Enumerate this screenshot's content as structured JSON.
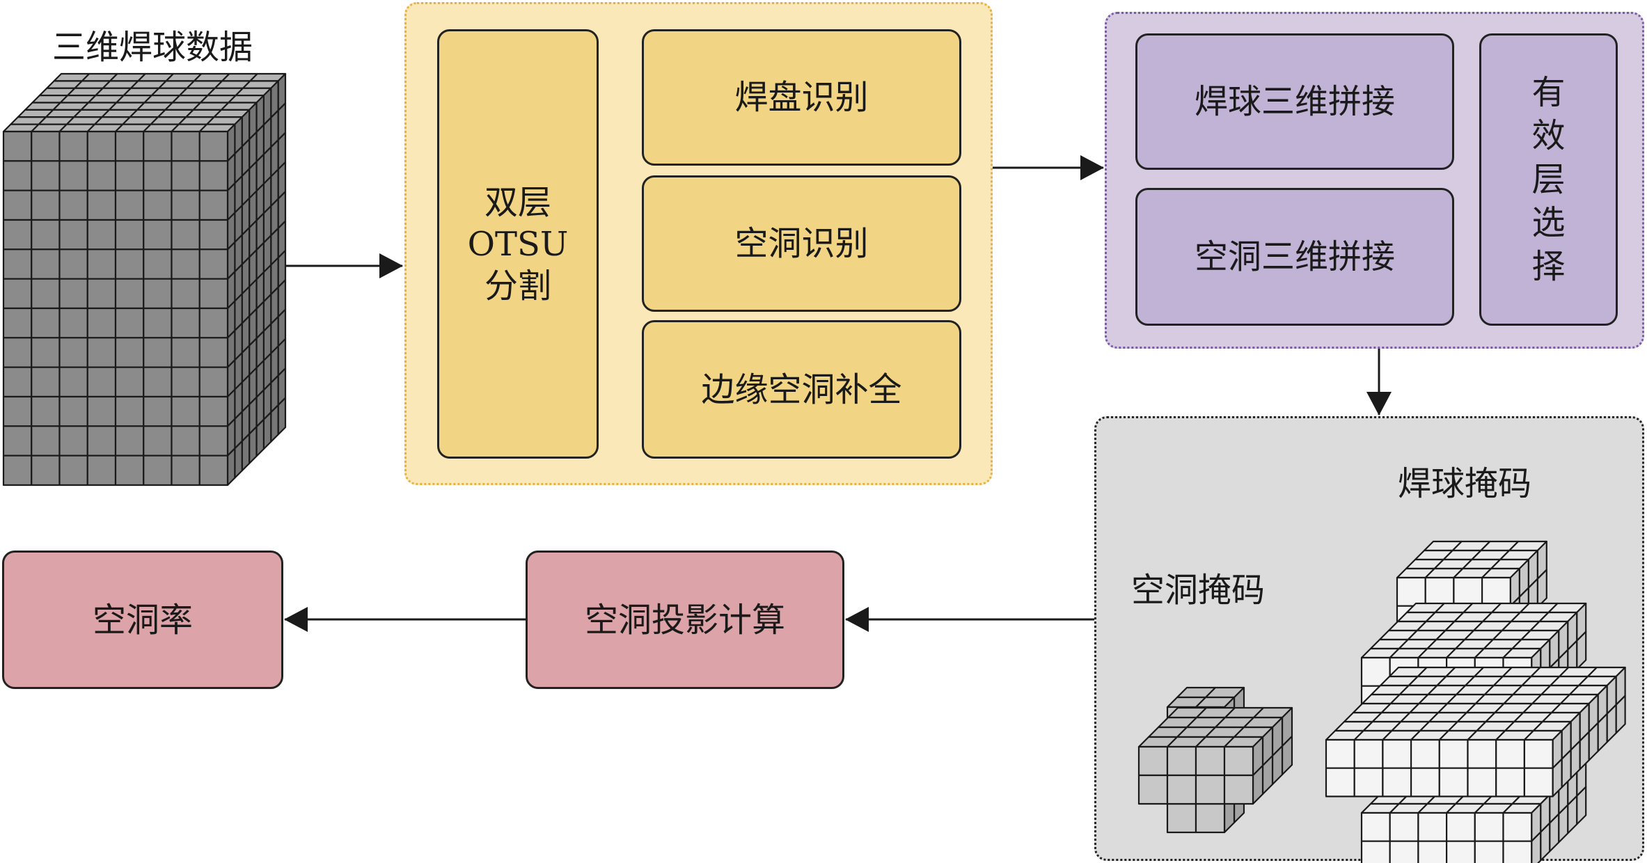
{
  "colors": {
    "yellow_group_bg": "#fae8b8",
    "yellow_group_border": "#e8b040",
    "yellow_box": "#f2d485",
    "purple_group_bg": "#d6cbe1",
    "purple_group_border": "#7a5aa8",
    "purple_box": "#c1b3d5",
    "gray_group_bg": "#dcdcdc",
    "pink_box": "#dca4a8",
    "cube_front": "#8c8b8c",
    "cube_top": "#b4b4b4",
    "cube_side": "#777777",
    "void_voxel": "#c8c8c8",
    "solder_voxel": "#f4f4f4"
  },
  "input": {
    "title": "三维焊球数据",
    "grid": {
      "cols": 8,
      "rows": 12,
      "depth": 8
    }
  },
  "segmentation": {
    "otsu_lines": [
      "双层",
      "OTSU",
      "分割"
    ],
    "steps": [
      "焊盘识别",
      "空洞识别",
      "边缘空洞补全"
    ]
  },
  "stitching": {
    "steps": [
      "焊球三维拼接",
      "空洞三维拼接"
    ],
    "layer_select_chars": [
      "有",
      "效",
      "层",
      "选",
      "择"
    ]
  },
  "masks": {
    "void_label": "空洞掩码",
    "solder_label": "焊球掩码"
  },
  "output": {
    "projection": "空洞投影计算",
    "void_rate": "空洞率"
  }
}
